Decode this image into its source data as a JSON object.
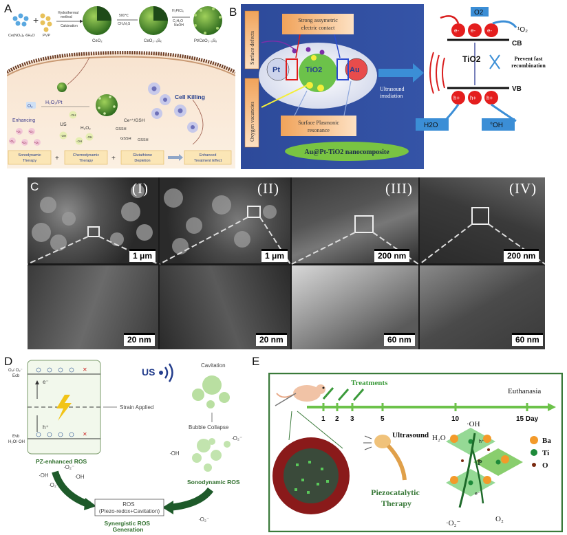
{
  "panel_labels": {
    "a": "A",
    "b": "B",
    "c": "C",
    "d": "D",
    "e": "E"
  },
  "panel_a": {
    "synthesis": {
      "precursor": "Ce(NO₃)₃·6H₂O",
      "pvp": "PVP",
      "step1": [
        "Hydrothermal",
        "method",
        "Calcination"
      ],
      "ceo2": "CeO₂",
      "step2": [
        "500℃",
        "CH₄N₂S"
      ],
      "ceo2s": "CeO₂₋ₓSₓ",
      "step3": [
        "H₂PtCl₆",
        "C₂H₅O",
        "NaOH"
      ],
      "ptceo2s": "Pt/CeO₂₋ₓSₓ"
    },
    "labels": {
      "h2o2pt": "H₂O₂/Pt",
      "o2": "O₂",
      "enhancing": "Enhancing",
      "us": "US",
      "h2o2": "H₂O₂",
      "ce_gsh": "Ce⁴⁺/GSH",
      "cell_killing": "Cell Killing",
      "singlet": "¹O₂",
      "oh": "·OH",
      "gssh": "GSSH"
    },
    "bottom": [
      "Sonodynamic\nTherapy",
      "Chemodynamic\nTherapy",
      "Glutathione\nDepletion",
      "Enhanced\nTreatment Effect"
    ],
    "plus": "+"
  },
  "panel_b": {
    "surface_defects": "Surface defects",
    "oxygen_vacancies": "Oxygen vacancies",
    "strong_contact": "Strong assymetric\nelectric contact",
    "pt": "Pt",
    "tio2": "TiO2",
    "au": "Au",
    "spr": "Surface Plasmonic\nresonance",
    "nanocomposite": "Au@Pt-TiO2 nanocomposite",
    "ultrasound": "Ultrasound\nirradiation",
    "o2": "O2",
    "singlet_o2": "¹O₂",
    "e_minus": "e-",
    "cb": "CB",
    "tio2_band": "TiO2",
    "prevent": "Prevent fast\nrecombination",
    "vb": "VB",
    "h_plus": "h+",
    "h2o": "H2O",
    "oh": "°OH"
  },
  "panel_c": {
    "roman": [
      "(I)",
      "(II)",
      "(III)",
      "(IV)"
    ],
    "top_scales": [
      "1 μm",
      "1 μm",
      "200 nm",
      "200 nm"
    ],
    "bottom_scales": [
      "20 nm",
      "20 nm",
      "60 nm",
      "60 nm"
    ]
  },
  "panel_d": {
    "levels_top": [
      "O₂/·O₂⁻",
      "Ecb"
    ],
    "e": "e⁻",
    "h": "h⁺",
    "strain": "Strain Applied",
    "levels_bottom": [
      "Evb",
      "H₂O/·OH"
    ],
    "pz_title": "PZ-enhanced ROS",
    "us": "US",
    "cavitation": "Cavitation",
    "bubble_collapse": "Bubble Collapse",
    "sono_ros": "Sonodynamic ROS",
    "oh": "·OH",
    "o2_rad": "·O₂⁻",
    "ros_box": [
      "ROS",
      "(Piezo-redox+Cavitation)"
    ],
    "synergistic": [
      "Synergistic ROS",
      "Generation"
    ]
  },
  "panel_e": {
    "treatments": "Treatments",
    "euthanasia": "Euthanasia",
    "days": [
      "1",
      "2",
      "3",
      "5",
      "10",
      "15 Day"
    ],
    "ultrasound": "Ultrasound",
    "piezo": [
      "Piezocatalytic",
      "Therapy"
    ],
    "oh": "·OH",
    "h2o": "H₂O",
    "o2": "O₂",
    "o2_rad": "·O₂⁻",
    "e_minus": "e⁻",
    "p": "P",
    "h_plus": "h⁺",
    "legend": [
      {
        "label": "Ba",
        "color": "#f39a2a"
      },
      {
        "label": "Ti",
        "color": "#1e8a3a"
      },
      {
        "label": "O",
        "color": "#7a2a10"
      }
    ]
  },
  "colors": {
    "green_dark": "#2f6f2c",
    "navy": "#233d8c",
    "band_red": "#d91e1e",
    "arrow_blue": "#3b8ed6"
  }
}
